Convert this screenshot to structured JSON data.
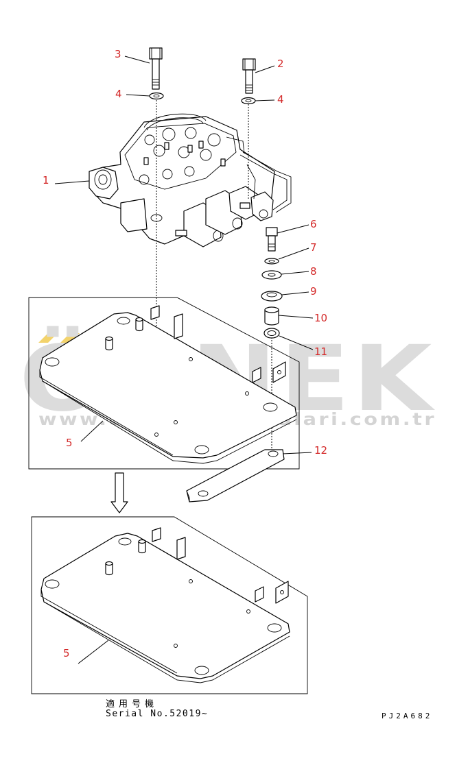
{
  "callouts": {
    "c1": "1",
    "c2": "2",
    "c3": "3",
    "c4a": "4",
    "c4b": "4",
    "c5a": "5",
    "c5b": "5",
    "c6": "6",
    "c7": "7",
    "c8": "8",
    "c9": "9",
    "c10": "10",
    "c11": "11",
    "c12": "12"
  },
  "watermark": {
    "brand": "ÖRNEK",
    "url": "www.orneksmakinalari.com.tr"
  },
  "notes": {
    "applicable_jp": "適用号機",
    "serial": "Serial No.52019~",
    "drawing_code": "PJ2A682"
  },
  "colors": {
    "callout": "#d42a2a",
    "line": "#000000",
    "watermark": "#dcdcdc",
    "watermark_accent": "#f3d36b"
  }
}
